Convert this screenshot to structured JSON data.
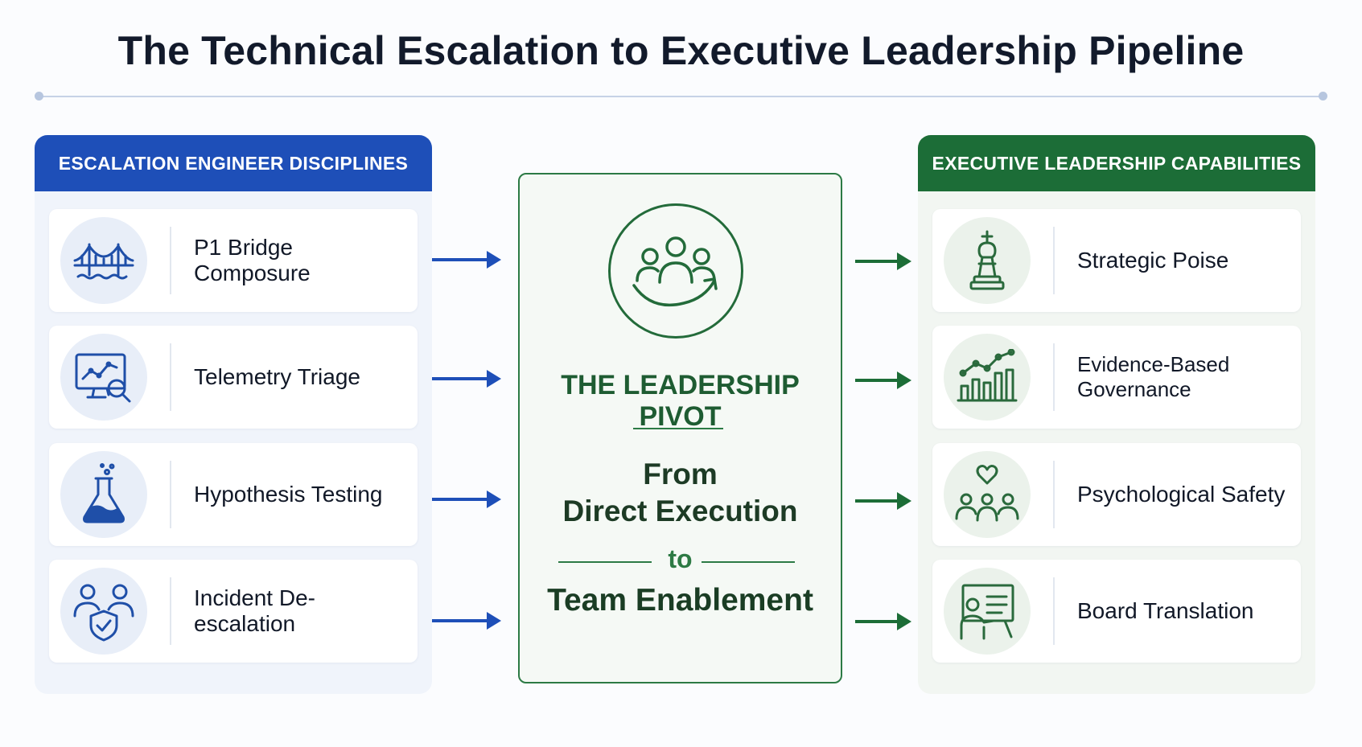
{
  "title": "The Technical Escalation to Executive Leadership Pipeline",
  "left_panel": {
    "heading": "ESCALATION ENGINEER DISCIPLINES",
    "items": [
      {
        "label": "P1 Bridge Composure",
        "icon": "bridge-icon"
      },
      {
        "label": "Telemetry Triage",
        "icon": "monitor-chart-search-icon"
      },
      {
        "label": "Hypothesis Testing",
        "icon": "flask-icon"
      },
      {
        "label": "Incident De-escalation",
        "icon": "people-shield-icon"
      }
    ]
  },
  "center_panel": {
    "icon": "team-pivot-icon",
    "title": "THE LEADERSHIP PIVOT",
    "from_line1": "From",
    "from_line2": "Direct Execution",
    "to": "to",
    "target": "Team Enablement"
  },
  "right_panel": {
    "heading": "EXECUTIVE LEADERSHIP CAPABILITIES",
    "items": [
      {
        "label": "Strategic Poise",
        "icon": "chess-king-icon"
      },
      {
        "label": "Evidence-Based Governance",
        "icon": "bar-trend-icon"
      },
      {
        "label": "Psychological Safety",
        "icon": "heart-team-icon"
      },
      {
        "label": "Board Translation",
        "icon": "presentation-icon"
      }
    ]
  },
  "colors": {
    "blue": "#1e4fb8",
    "green": "#1c6d37",
    "icon_blue": "#1f4fa8",
    "icon_green": "#2a6a3c"
  }
}
